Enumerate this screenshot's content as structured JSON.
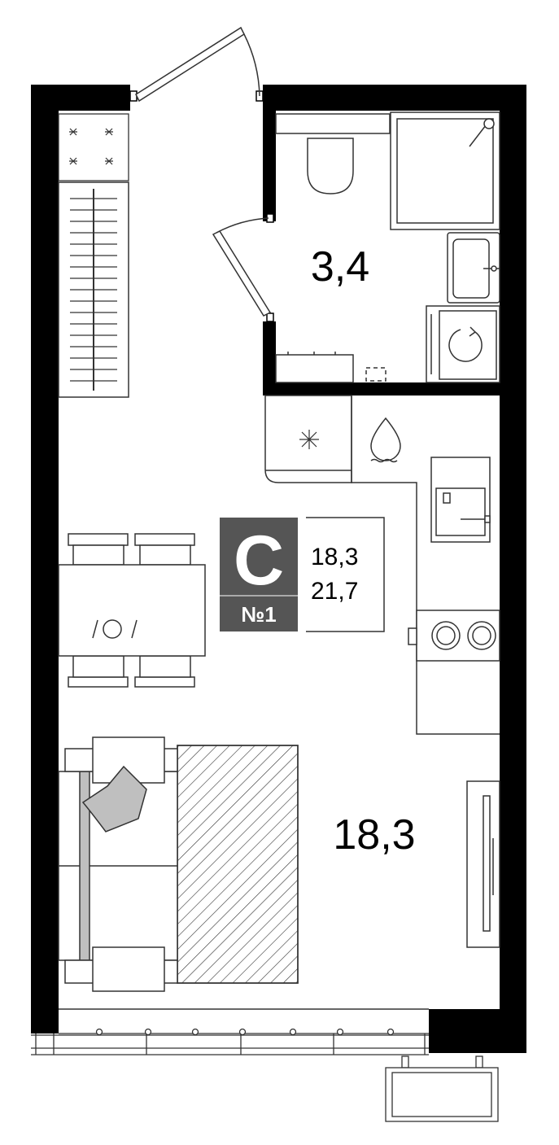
{
  "plan": {
    "unit_badge": {
      "letter": "С",
      "number": "№1",
      "color": "#555555"
    },
    "areas_box": {
      "living": "18,3",
      "total": "21,7"
    },
    "rooms": {
      "bathroom": {
        "area": "3,4"
      },
      "main_room": {
        "area": "18,3"
      }
    },
    "colors": {
      "wall": "#000000",
      "line": "#333333",
      "pillow": "#bfbfbf"
    }
  }
}
